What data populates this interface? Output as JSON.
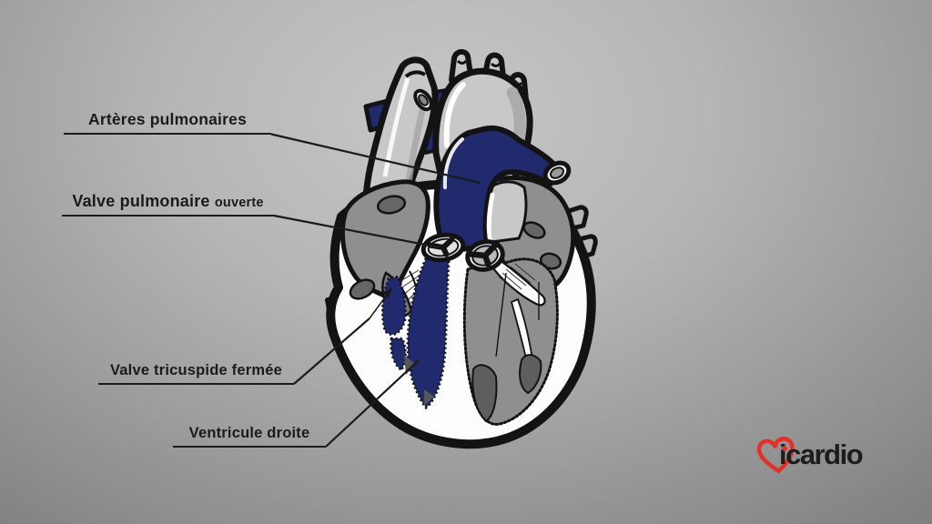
{
  "diagram": {
    "labels": {
      "arteres_pulmonaires": "Artères pulmonaires",
      "valve_pulmonaire": "Valve pulmonaire",
      "valve_pulmonaire_etat": "ouverte",
      "valve_tricuspide": "Valve tricuspide fermée",
      "ventricule_droite": "Ventricule droite"
    }
  },
  "logo": {
    "i": "i",
    "word": "cardio"
  },
  "colors": {
    "bg_light": "#c6c6c6",
    "bg_dark": "#757575",
    "flow_blue": "#212a6c",
    "muscle_gray": "#8f8f8f",
    "muscle_dark": "#5e5e5e",
    "opening_gray": "#666666",
    "vessel_gray": "#c8c8c8",
    "wall_white": "#fdfdfd",
    "ink": "#131313",
    "label_ink": "#1b1b1b",
    "logo_red": "#e23128",
    "logo_ink": "#1d1d1d"
  }
}
